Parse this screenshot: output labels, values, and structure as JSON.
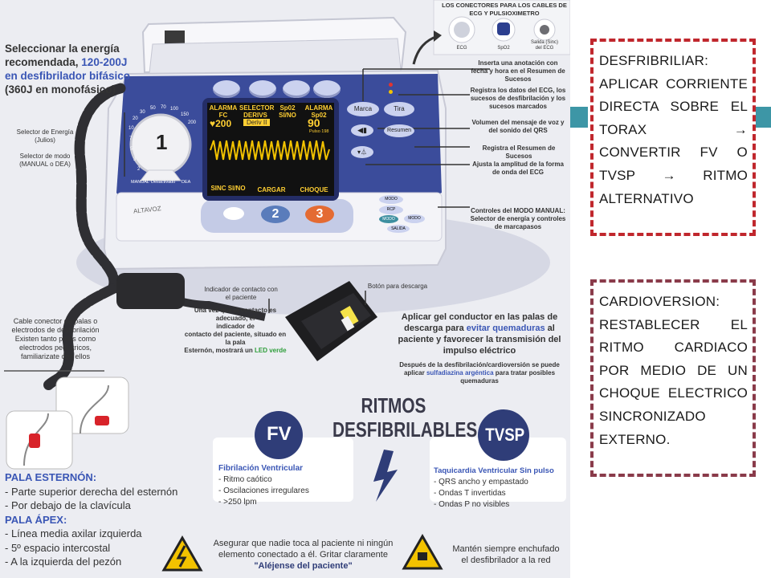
{
  "energy_note": {
    "line1": "Seleccionar la energía",
    "line2_prefix": "recomendada, ",
    "line2_highlight": "120-200J",
    "line3": "en desfibrilador bifásico",
    "line4": "(360J en monofásico)"
  },
  "connectors": {
    "title_line1": "LOS CONECTORES PARA LOS CABLES DE",
    "title_line2": "ECG Y PULSIOXIMETRO",
    "ecg": "ECG",
    "spo2": "SpO2",
    "sync_line1": "Salida (Sinc)",
    "sync_line2": "del ECG"
  },
  "device": {
    "dial_number": "1",
    "dial_labels": [
      "MANUAL",
      "Desactivado",
      "DEA"
    ],
    "dial_ticks": [
      "2",
      "3",
      "5",
      "7",
      "10",
      "20",
      "30",
      "50",
      "70",
      "100",
      "150",
      "200"
    ],
    "speaker": "ALTAVOZ",
    "screen_headers": [
      "ALARMA FC",
      "SELECTOR DERIVS",
      "Sp02 SI/NO",
      "ALARMA Sp02"
    ],
    "hr_value": "♥200",
    "lead_label": "Deriv II",
    "spo2_value": "90",
    "pulse_label": "Pulso 198",
    "screen_buttons": [
      "SINC SI/NO",
      "CARGAR",
      "CHOQUE"
    ],
    "marca": "Marca",
    "tira": "Tira",
    "resumen": "Resumen",
    "button_2": "2",
    "button_3": "3",
    "mode_buttons": [
      "MODO",
      "RCP",
      "MODO",
      "SALIDA",
      "MODO"
    ]
  },
  "annotations": {
    "energy_selector_line1": "Selector de Energía",
    "energy_selector_line2": "(Julios)",
    "mode_selector_line1": "Selector de modo",
    "mode_selector_line2": "(MANUAL o DEA)",
    "marca": "Inserta una anotación con fecha y hora en el Resumen de Sucesos",
    "tira": "Registra los datos del ECG, los sucesos de desfibrilación y los sucesos marcados",
    "volume": "Volumen del mensaje de voz y del sonido del QRS",
    "resumen": "Registra el Resumen de Sucesos",
    "amplitude": "Ajusta la amplitud de la forma de onda del ECG",
    "manual_mode": "Controles del MODO MANUAL: Selector de energía y controles de marcapasos",
    "contact_indicator_line1": "Indicador de contacto con",
    "contact_indicator_line2": "el paciente",
    "discharge_button": "Botón para descarga",
    "contact_note_1": "Una vez que el contacto es adecuado, el",
    "contact_note_2": "indicador de",
    "contact_note_3": "contacto del paciente, situado en la pala",
    "contact_note_4_prefix": "Esternón, mostrará un ",
    "contact_note_4_highlight": "LED verde",
    "cable_note": "Cable conector de palas o electrodos de desfibrilación Existen tanto palas como electrodos pediatricos, familiarizate con ellos",
    "gel_line1": "Aplicar gel conductor en las palas de",
    "gel_line2_prefix": "descarga para ",
    "gel_line2_highlight": "evitar quemaduras",
    "gel_line2_suffix": " al",
    "gel_line3": "paciente y favorecer la transmisión del",
    "gel_line4": "impulso eléctrico",
    "after_line1": "Después de la desfibrilación/cardioversión se puede",
    "after_line2_prefix": "aplicar ",
    "after_line2_highlight": "sulfadiazina argéntica",
    "after_line2_suffix": " para tratar posibles",
    "after_line3": "quemaduras"
  },
  "pala": {
    "esternon_title": "PALA ESTERNÓN:",
    "esternon_items": [
      "- Parte superior derecha del esternón",
      "- Por debajo de la clavícula"
    ],
    "apex_title": "PALA ÁPEX:",
    "apex_items": [
      "- Línea media axilar izquierda",
      "- 5º espacio intercostal",
      "- A la izquierda del pezón"
    ]
  },
  "ritmos": {
    "title_line1": "RITMOS",
    "title_line2": "DESFIBRILABLES",
    "fv_badge": "FV",
    "tvsp_badge": "TVSP",
    "fv_title": "Fibrilación Ventricular",
    "fv_items": [
      "- Ritmo caótico",
      "- Oscilaciones irregulares",
      "- >250 lpm"
    ],
    "tvsp_title": "Taquicardia Ventricular Sin pulso",
    "tvsp_items": [
      "- QRS ancho y empastado",
      "- Ondas T invertidas",
      "- Ondas P no visibles"
    ]
  },
  "warnings": {
    "safety_line1": "Asegurar que nadie toca al paciente ni ningún",
    "safety_line2": "elemento conectado a él. Gritar claramente",
    "safety_line3": "\"Aléjense del paciente\"",
    "plug_line1": "Mantén siempre enchufado",
    "plug_line2": "el desfibrilador a la red"
  },
  "definitions": {
    "desfibrilar": "DESFRIBRILIAR: APLICAR CORRIENTE DIRECTA SOBRE EL TORAX → CONVERTIR FV O TVSP → RITMO ALTERNATIVO",
    "cardioversion": "CARDIOVERSION: RESTABLECER EL RITMO CARDIACO POR MEDIO DE UN CHOQUE ELECTRICO SINCRONIZADO EXTERNO."
  },
  "colors": {
    "device_blue": "#3b4c9b",
    "highlight_blue": "#3a56b5",
    "border_red": "#c0272d",
    "border_maroon": "#8a3b4a",
    "teal": "#3d96a6",
    "badge_navy": "#2f3d78",
    "led_green": "#2e9e3a"
  }
}
